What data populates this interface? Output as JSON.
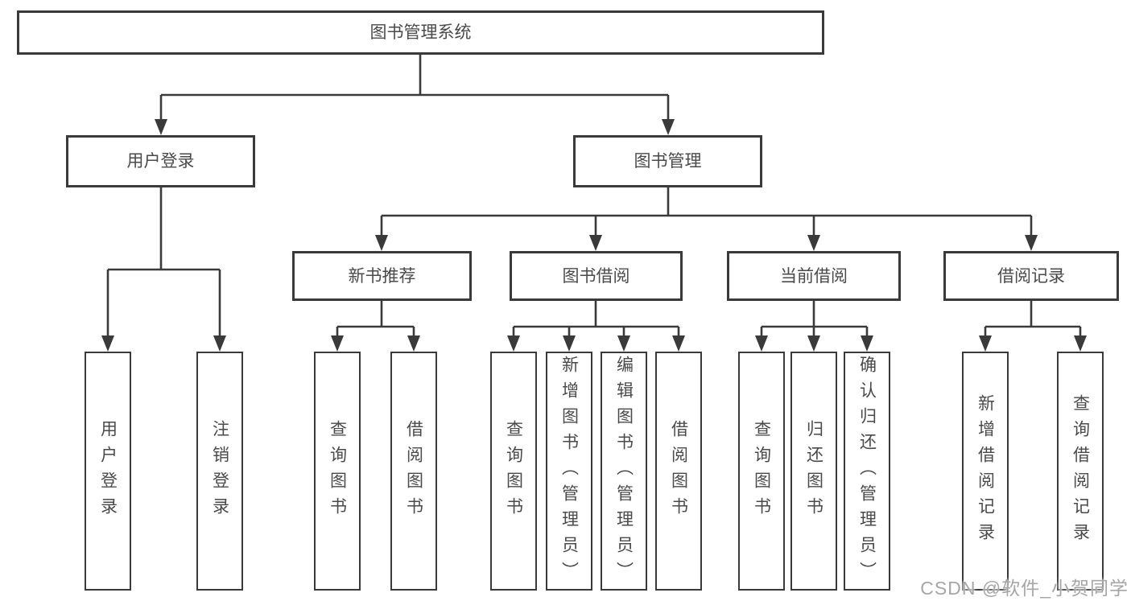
{
  "diagram": {
    "root": {
      "label": "图书管理系统"
    },
    "level1": [
      {
        "label": "用户登录"
      },
      {
        "label": "图书管理"
      }
    ],
    "level2": [
      {
        "label": "新书推荐"
      },
      {
        "label": "图书借阅"
      },
      {
        "label": "当前借阅"
      },
      {
        "label": "借阅记录"
      }
    ],
    "leaves": {
      "user_login": [
        {
          "label": "用户登录"
        },
        {
          "label": "注销登录"
        }
      ],
      "new_books": [
        {
          "label": "查询图书"
        },
        {
          "label": "借阅图书"
        }
      ],
      "book_borrowing": [
        {
          "label": "查询图书"
        },
        {
          "label": "新增图书（管理员）"
        },
        {
          "label": "编辑图书（管理员）"
        },
        {
          "label": "借阅图书"
        }
      ],
      "current_borrowing": [
        {
          "label": "查询图书"
        },
        {
          "label": "归还图书"
        },
        {
          "label": "确认归还（管理员）"
        }
      ],
      "borrowing_records": [
        {
          "label": "新增借阅记录"
        },
        {
          "label": "查询借阅记录"
        }
      ]
    },
    "watermark": "CSDN @软件_小贺同学",
    "colors": {
      "line": "#3a3a3a",
      "border": "#3a3a3a",
      "text": "#4a4a4a",
      "background": "#ffffff",
      "watermark": "#a6a6a6"
    }
  }
}
